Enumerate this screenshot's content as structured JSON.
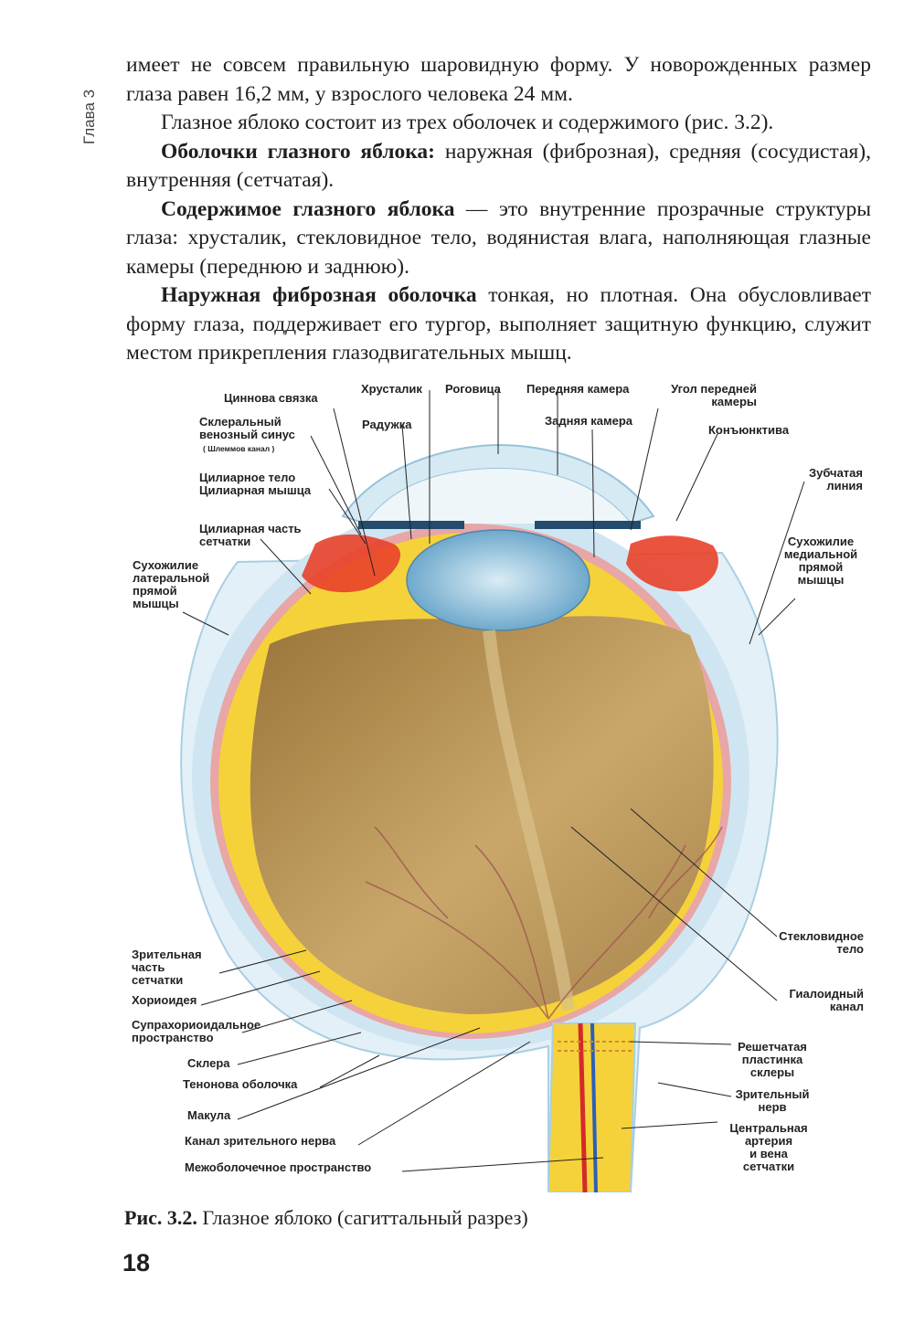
{
  "chapter": "Глава 3",
  "paragraphs": {
    "p1": "имеет не совсем правильную шаровидную форму. У новорожденных размер глаза равен 16,2 мм, у взрослого человека 24 мм.",
    "p2": "Глазное яблоко состоит из трех оболочек и содержимого (рис. 3.2).",
    "p3_bold": "Оболочки глазного яблока:",
    "p3_rest": " наружная (фиброзная), средняя (сосудистая), внутренняя (сетчатая).",
    "p4_bold": "Содержимое глазного яблока",
    "p4_rest": " — это внутренние прозрачные структуры глаза: хрусталик, стекловидное тело, водянистая влага, наполняющая глазные камеры (переднюю и заднюю).",
    "p5_bold": "Наружная фиброзная оболочка",
    "p5_rest": " тонкая, но плотная. Она обусловливает форму глаза, поддерживает его тургор, выполняет защитную функцию, служит местом прикрепления глазодвигательных мышц."
  },
  "figure_labels": {
    "zinn": "Циннова связка",
    "lens": "Хрусталик",
    "cornea": "Роговица",
    "anterior_chamber": "Передняя камера",
    "angle": "Угол передней\nкамеры",
    "scleral_sinus": "Склеральный\nвенозный синус",
    "schlemm": "( Шлеммов канал )",
    "iris": "Радужка",
    "posterior_chamber": "Задняя камера",
    "conjunctiva": "Конъюнктива",
    "ciliary_body": "Цилиарное тело\nЦилиарная мышца",
    "ora_serrata": "Зубчатая\nлиния",
    "ciliary_retina": "Цилиарная часть\nсетчатки",
    "medial_tendon": "Сухожилие\nмедиальной\nпрямой\nмышцы",
    "lateral_tendon": "Сухожилие\nлатеральной\nпрямой\nмышцы",
    "vitreous": "Стекловидное\nтело",
    "optic_retina": "Зрительная\nчасть\nсетчатки",
    "hyaloid": "Гиалоидный\nканал",
    "choroid": "Хориоидея",
    "suprachoroid": "Супрахориоидальное\nпространство",
    "lamina": "Решетчатая\nпластинка\nсклеры",
    "sclera": "Склера",
    "tenon": "Тенонова  оболочка",
    "optic_nerve": "Зрительный\nнерв",
    "macula": "Макула",
    "central_vessels": "Центральная\nартерия\nи вена\nсетчатки",
    "optic_canal": "Канал зрительного нерва",
    "intersheath": "Межоболочечное пространство"
  },
  "caption": {
    "bold": "Рис. 3.2.",
    "rest": " Глазное яблоко (сагиттальный разрез)"
  },
  "page_number": "18",
  "colors": {
    "sclera": "#cfe6f2",
    "retina": "#f5d23a",
    "choroid": "#e8a6a6",
    "vitreous": "#b08a4e",
    "lens": "#8fc0dc",
    "muscle": "#e8412a"
  }
}
